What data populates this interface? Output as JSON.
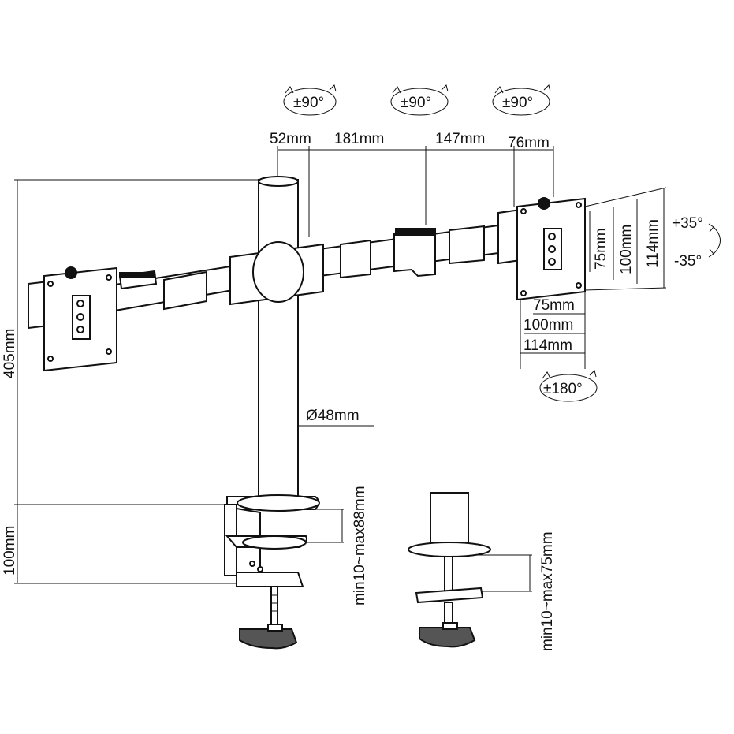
{
  "dimensions": {
    "segment_a": "52mm",
    "segment_b": "181mm",
    "segment_c": "147mm",
    "segment_d": "76mm",
    "height": "405mm",
    "pole_height": "100mm",
    "pole_diameter": "Ø48mm",
    "clamp_range": "min10~max88mm",
    "grommet_range": "min10~max75mm",
    "vesa_75": "75mm",
    "vesa_100": "100mm",
    "vesa_114": "114mm"
  },
  "rotations": {
    "swivel_1": "±90°",
    "swivel_2": "±90°",
    "swivel_3": "±90°",
    "rotate": "±180°",
    "tilt_up": "+35°",
    "tilt_down": "-35°"
  }
}
